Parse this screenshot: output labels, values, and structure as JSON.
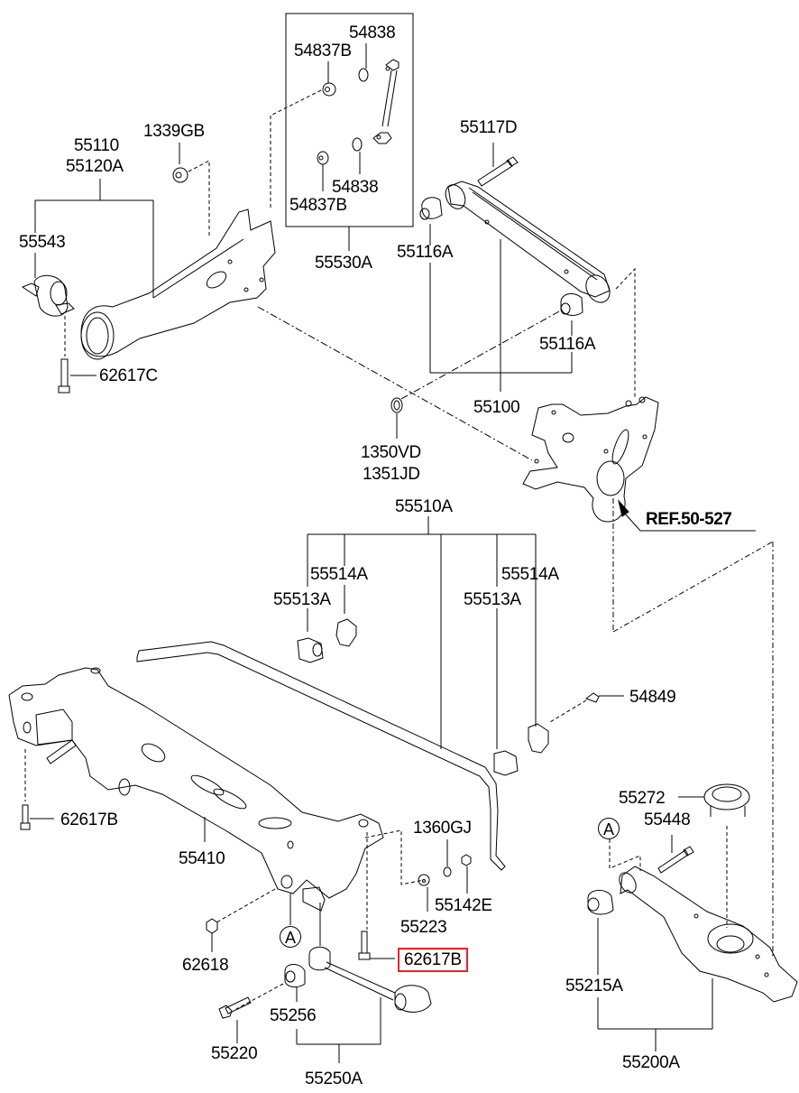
{
  "diagram": {
    "title": "Rear suspension exploded parts diagram",
    "highlight_color": "#e8232a",
    "reference": "REF.50-527",
    "callout_marker": "A",
    "labels": {
      "p54838_top": "54838",
      "p54837B_top": "54837B",
      "p54838_bot": "54838",
      "p54837B_bot": "54837B",
      "p55530A": "55530A",
      "p1339GB": "1339GB",
      "p55110": "55110",
      "p55120A": "55120A",
      "p55543": "55543",
      "p62617C": "62617C",
      "p55117D": "55117D",
      "p55116A_top": "55116A",
      "p55116A_bot": "55116A",
      "p55100": "55100",
      "p1350VD": "1350VD",
      "p1351JD": "1351JD",
      "p55510A": "55510A",
      "p55514A_l": "55514A",
      "p55513A_l": "55513A",
      "p55514A_r": "55514A",
      "p55513A_r": "55513A",
      "p54849": "54849",
      "p62617B_l": "62617B",
      "p55410": "55410",
      "p1360GJ": "1360GJ",
      "p55142E": "55142E",
      "p55223": "55223",
      "p62617B_hl": "62617B",
      "p62618": "62618",
      "p55256": "55256",
      "p55220": "55220",
      "p55250A": "55250A",
      "p55272": "55272",
      "p55448": "55448",
      "p55215A": "55215A",
      "p55200A": "55200A"
    }
  }
}
